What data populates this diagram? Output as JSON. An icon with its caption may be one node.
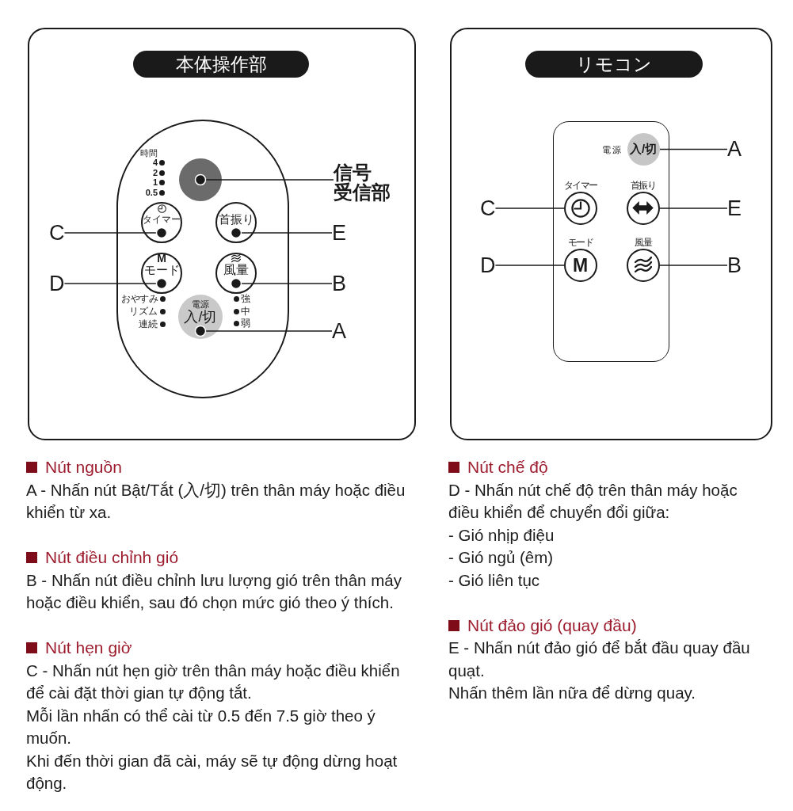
{
  "diagram": {
    "nodes": [
      {
        "text": [],
        "shape": "box"
      },
      {
        "text": [
          "本体操作部"
        ],
        "in": 0
      },
      {
        "text": [
          "時間",
          "4",
          "2",
          "1",
          "0.5",
          "おやすみ",
          "リズム",
          "連続",
          "強",
          "中",
          "弱"
        ],
        "in": 0
      },
      {
        "text": [],
        "shape": "circle",
        "in": 2
      },
      {
        "text": [
          "タイマー"
        ],
        "in": 2
      },
      {
        "text": [
          "首振り"
        ],
        "in": 2
      },
      {
        "text": [
          "M",
          "モード"
        ],
        "in": 2
      },
      {
        "text": [
          "風量"
        ],
        "in": 2
      },
      {
        "text": [
          "電源",
          "入/切"
        ],
        "in": 2
      },
      {
        "text": [
          "信号受信部"
        ],
        "in": 0
      },
      {
        "text": [
          "C"
        ],
        "in": 0
      },
      {
        "text": [
          "E"
        ],
        "in": 0
      },
      {
        "text": [
          "D"
        ],
        "in": 0
      },
      {
        "text": [
          "B"
        ],
        "in": 0
      },
      {
        "text": [
          "A"
        ],
        "in": 0
      },
      {
        "text": [],
        "shape": "box"
      },
      {
        "text": [
          "リモコン"
        ],
        "in": 15
      },
      {
        "text": [],
        "shape": "box",
        "in": 15
      },
      {
        "text": [
          "入/切"
        ],
        "beside": [
          "電源"
        ],
        "in": 17
      },
      {
        "text": [
          "タイマー"
        ],
        "in": 17
      },
      {
        "text": [
          "首振り"
        ],
        "in": 17
      },
      {
        "text": [
          "モード",
          "M"
        ],
        "in": 17
      },
      {
        "text": [
          "風量"
        ],
        "in": 17
      },
      {
        "text": [
          "A"
        ],
        "in": 15
      },
      {
        "text": [
          "C"
        ],
        "in": 15
      },
      {
        "text": [
          "E"
        ],
        "in": 15
      },
      {
        "text": [
          "D"
        ],
        "in": 15
      },
      {
        "text": [
          "B"
        ],
        "in": 15
      }
    ],
    "edges": [
      {
        "from": 9,
        "to": 3,
        "arrow": "other"
      },
      {
        "from": 10,
        "to": 4,
        "arrow": "other"
      },
      {
        "from": 11,
        "to": 5,
        "arrow": "other"
      },
      {
        "from": 12,
        "to": 6,
        "arrow": "other"
      },
      {
        "from": 13,
        "to": 7,
        "arrow": "other"
      },
      {
        "from": 14,
        "to": 8,
        "arrow": "other"
      },
      {
        "from": 23,
        "to": 18,
        "arrow": "none"
      },
      {
        "from": 24,
        "to": 19,
        "arrow": "none"
      },
      {
        "from": 25,
        "to": 20,
        "arrow": "none"
      },
      {
        "from": 26,
        "to": 21,
        "arrow": "none"
      },
      {
        "from": 27,
        "to": 22,
        "arrow": "none"
      }
    ],
    "labels": [
      "Nút nguồn",
      "A - Nhấn nút Bật/Tắt (入/切) trên thân máy hoặc điều khiển từ xa.",
      "Nút điều chỉnh gió",
      "B - Nhấn nút điều chỉnh lưu lượng gió trên thân máy hoặc điều khiển, sau đó chọn mức gió theo ý thích.",
      "Nút hẹn giờ",
      "C - Nhấn nút hẹn giờ trên thân máy hoặc điều khiển để cài đặt thời gian tự động tắt.",
      "Mỗi lần nhấn có thể cài từ 0.5 đến 7.5 giờ theo ý muốn.",
      "Khi đến thời gian đã cài, máy sẽ tự động dừng hoạt động.",
      "Nút chế độ",
      "D - Nhấn nút chế độ trên thân máy hoặc điều khiển để chuyển đổi giữa:",
      "- Gió nhịp điệu",
      "- Gió ngủ (êm)",
      "- Gió liên tục",
      "Nút đảo gió (quay đầu)",
      "E - Nhấn nút đảo gió để bắt đầu quay đầu quạt.",
      "Nhấn thêm lần nữa để dừng quay."
    ]
  }
}
